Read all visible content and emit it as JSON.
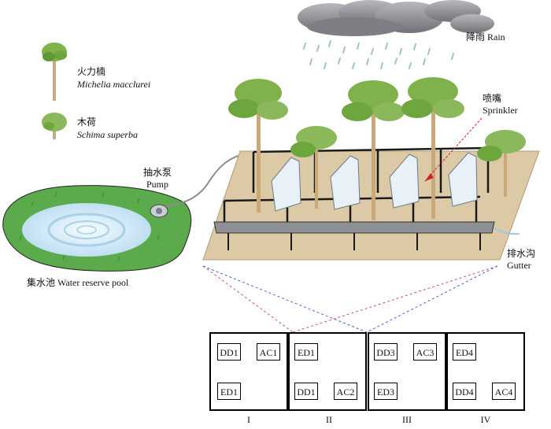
{
  "legend": [
    {
      "cn": "火力楠",
      "latin": "Michelia macclurei",
      "icon": "tall-tree-icon"
    },
    {
      "cn": "木荷",
      "latin": "Schima superba",
      "icon": "round-tree-icon"
    }
  ],
  "labels": {
    "rain": "降雨 Rain",
    "sprinkler_cn": "喷嘴",
    "sprinkler_en": "Sprinkler",
    "pump_cn": "抽水泵",
    "pump_en": "Pump",
    "gutter_cn": "排水沟",
    "gutter_en": "Gutter",
    "pool": "集水池 Water reserve  pool"
  },
  "blocks": [
    {
      "roman": "I",
      "cells": [
        "DD1",
        "AC1",
        "ED1"
      ]
    },
    {
      "roman": "II",
      "cells": [
        "ED1",
        "DD1",
        "AC2"
      ]
    },
    {
      "roman": "III",
      "cells": [
        "DD3",
        "AC3",
        "ED3"
      ]
    },
    {
      "roman": "IV",
      "cells": [
        "ED4",
        "DD4",
        "AC4"
      ]
    }
  ],
  "colors": {
    "ground": "#dcc9a6",
    "pool_bank": "#5bab4c",
    "water": "#cfe8f7",
    "cloud": "#8a8c92",
    "trunk": "#c9a97a",
    "foliage": "#7fb24a",
    "link_pink": "#d14a8b",
    "link_blue": "#4b5fd1"
  }
}
